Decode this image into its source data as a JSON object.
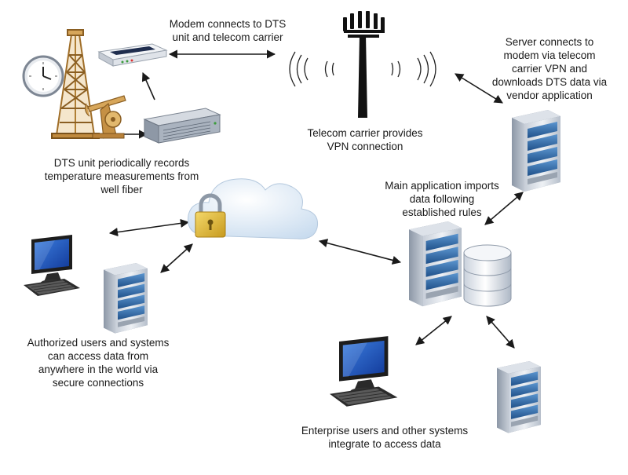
{
  "captions": {
    "modem_link": "Modem connects to DTS\nunit and telecom carrier",
    "server_vpn": "Server connects to\nmodem via telecom\ncarrier VPN and\ndownloads DTS data via\nvendor application",
    "telecom": "Telecom carrier provides\nVPN connection",
    "dts_unit": "DTS unit periodically records\ntemperature measurements from\nwell fiber",
    "main_app": "Main application imports\ndata following\nestablished rules",
    "authorized": "Authorized users and systems\ncan access data from\nanywhere in the world via\nsecure connections",
    "enterprise": "Enterprise users and other systems\nintegrate to access data"
  },
  "icons": {
    "clock": "clock-icon",
    "oil_rig": "oil-rig-icon",
    "pump_jack": "pump-jack-icon",
    "modem": "modem-icon",
    "dts_rack": "dts-rack-unit-icon",
    "tower": "cell-tower-icon",
    "cloud": "cloud-icon",
    "padlock": "padlock-icon",
    "server": "server-tower-icon",
    "database": "database-icon",
    "workstation": "computer-workstation-icon"
  },
  "colors": {
    "server_blue": "#2f6fa8",
    "server_body": "#d9dee6",
    "screen_blue": "#1e56c0",
    "rig_tan": "#d7a65a",
    "arrow": "#1a1a1a",
    "lock_gold": "#e0b838"
  }
}
